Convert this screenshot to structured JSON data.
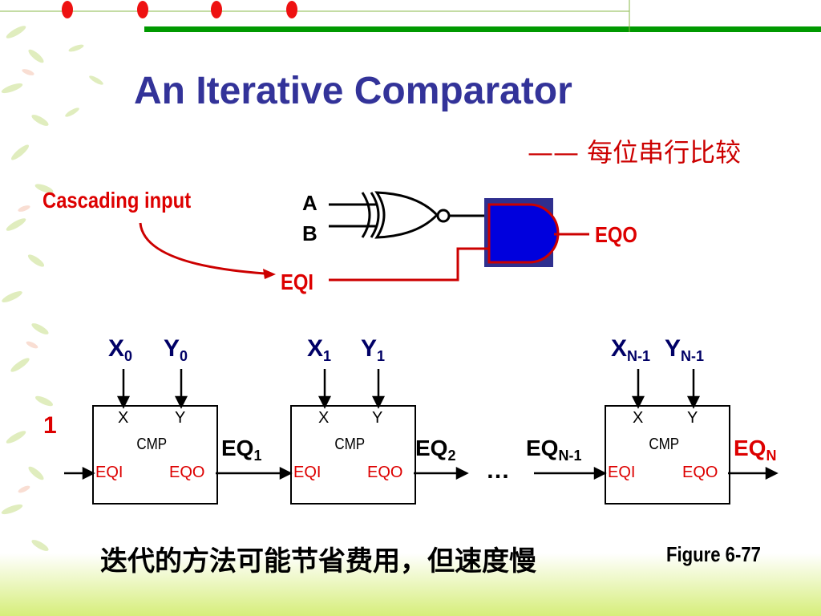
{
  "slide": {
    "title": "An Iterative Comparator",
    "subtitle": "—— 每位串行比较",
    "cascading_label": "Cascading input",
    "gate": {
      "input_a": "A",
      "input_b": "B",
      "output": "EQO",
      "cascade_in": "EQI"
    },
    "initial_value": "1",
    "cells": [
      {
        "x_sym": "X",
        "x_sub": "0",
        "y_sym": "Y",
        "y_sub": "0",
        "port_x": "X",
        "port_y": "Y",
        "name": "CMP",
        "eqi": "EQI",
        "eqo": "EQO"
      },
      {
        "x_sym": "X",
        "x_sub": "1",
        "y_sym": "Y",
        "y_sub": "1",
        "port_x": "X",
        "port_y": "Y",
        "name": "CMP",
        "eqi": "EQI",
        "eqo": "EQO"
      },
      {
        "x_sym": "X",
        "x_sub": "N-1",
        "y_sym": "Y",
        "y_sub": "N-1",
        "port_x": "X",
        "port_y": "Y",
        "name": "CMP",
        "eqi": "EQI",
        "eqo": "EQO"
      }
    ],
    "links": [
      {
        "sym": "EQ",
        "sub": "1"
      },
      {
        "sym": "EQ",
        "sub": "2"
      },
      {
        "sym": "EQ",
        "sub": "N-1"
      },
      {
        "sym": "EQ",
        "sub": "N"
      }
    ],
    "ellipsis": "…",
    "note": "迭代的方法可能节省费用，但速度慢",
    "figure": "Figure 6-77"
  },
  "colors": {
    "title": "#333399",
    "accent_red": "#dd0000",
    "and_gate_fill": "#0000dd",
    "and_gate_back": "#3333aa",
    "top_rule": "#009900",
    "bottom_gradient": "#ccee66"
  }
}
